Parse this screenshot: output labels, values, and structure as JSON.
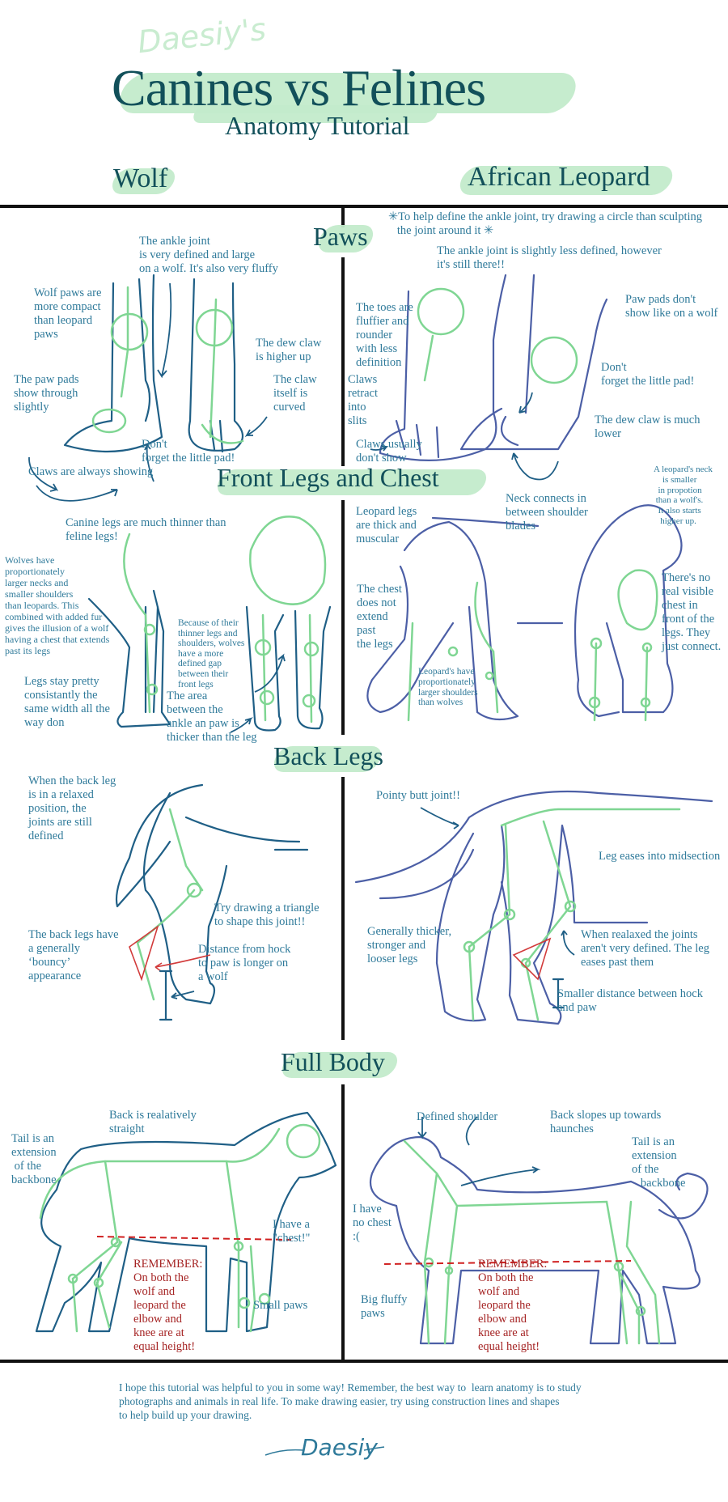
{
  "header": {
    "signature_top": "Daesiy's",
    "title": "Canines vs Felines",
    "subtitle": "Anatomy Tutorial",
    "col_left": "Wolf",
    "col_right": "African Leopard"
  },
  "colors": {
    "title": "#12505a",
    "annotation": "#2f7a9a",
    "highlight": "#c3ebcb",
    "construction": "#7fd693",
    "wolf_stroke": "#1f5f86",
    "leopard_stroke": "#4c5fa6",
    "reminder": "#a52424",
    "divider": "#111111"
  },
  "sections": {
    "paws": {
      "heading": "Paws",
      "wolf_notes": [
        "The ankle joint\nis very defined and large\non a wolf. It's also very fluffy",
        "Wolf paws are\nmore compact\nthan leopard\npaws",
        "The dew claw\nis higher up",
        "The claw\nitself is\ncurved",
        "The paw pads\nshow through\nslightly",
        "Don't\nforget the little pad!",
        "Claws are always showing"
      ],
      "leopard_notes": [
        "✳To help define the ankle joint, try drawing a circle than sculpting\n   the joint around it ✳",
        "The ankle joint is slightly less defined, however\nit's still there!!",
        "The toes are\nfluffier and\nrounder\nwith less\ndefinition",
        "Paw pads don't\nshow like on a wolf",
        "Claws\nretract\ninto\nslits",
        "Don't\nforget the little pad!",
        "The dew claw is much\nlower",
        "Claws usually\ndon't show"
      ]
    },
    "front_legs": {
      "heading": "Front Legs and Chest",
      "wolf_notes": [
        "Canine legs are much thinner than\nfeline legs!",
        "Wolves have\nproportionately\nlarger necks and\nsmaller shoulders\nthan leopards. This\ncombined with added fur\ngives the illusion of a wolf\nhaving a chest that extends\npast its legs",
        "Because of their\nthinner legs and\nshoulders, wolves\nhave a more\ndefined gap\nbetween their\nfront legs",
        "Legs stay pretty\nconsistantly the\nsame width all the\nway don",
        "The area\nbetween the\nankle an paw is\nthicker than the leg"
      ],
      "leopard_notes": [
        "Leopard legs\nare thick and\nmuscular",
        "Neck connects in\nbetween shoulder\nblades",
        "A leopard's neck\n    is smaller\n  in propotion\n than a wolf's.\n  It also starts\n   higher up.",
        "The chest\ndoes not\nextend\npast\nthe legs",
        "There's no\nreal visible\nchest in\nfront of the\nlegs. They\njust connect.",
        "Leopard's have\nproportionately\nlarger shoulders\nthan wolves"
      ]
    },
    "back_legs": {
      "heading": "Back Legs",
      "wolf_notes": [
        "When the back leg\nis in a relaxed\nposition, the\njoints are still\ndefined",
        "Try drawing a triangle\nto shape this joint!!",
        "The back legs have\na generally\n‘bouncy’\nappearance",
        "Distance from hock\nto paw is longer on\na wolf"
      ],
      "leopard_notes": [
        "Pointy butt joint!!",
        "Leg eases into midsection",
        "Generally thicker,\nstronger and\nlooser legs",
        "When realaxed the joints\naren't very defined. The leg\neases past them",
        "Smaller distance between hock\nand paw"
      ]
    },
    "full_body": {
      "heading": "Full Body",
      "wolf_notes": [
        "Back is realatively\nstraight",
        "Tail is an\nextension\n of the\nbackbone",
        "I have a\n\"chest!\"",
        "Small paws"
      ],
      "wolf_reminder": "REMEMBER:\nOn both the\nwolf and\nleopard the\nelbow and\nknee are at\nequal height!",
      "leopard_notes": [
        "Defined shoulder",
        "Back slopes up towards\nhaunches",
        "Tail is an\nextension\nof the\n   backbone",
        "I have\nno chest\n:(",
        "Big fluffy\npaws"
      ],
      "leopard_reminder": "REMEMBER:\nOn both the\nwolf and\nleopard the\nelbow and\nknee are at\nequal height!"
    }
  },
  "footer": {
    "message": "I hope this tutorial was helpful to you in some way! Remember, the best way to  learn anatomy is to study\nphotographs and animals in real life. To make drawing easier, try using construction lines and shapes\nto help build up your drawing.",
    "signature": "Daesiy"
  }
}
